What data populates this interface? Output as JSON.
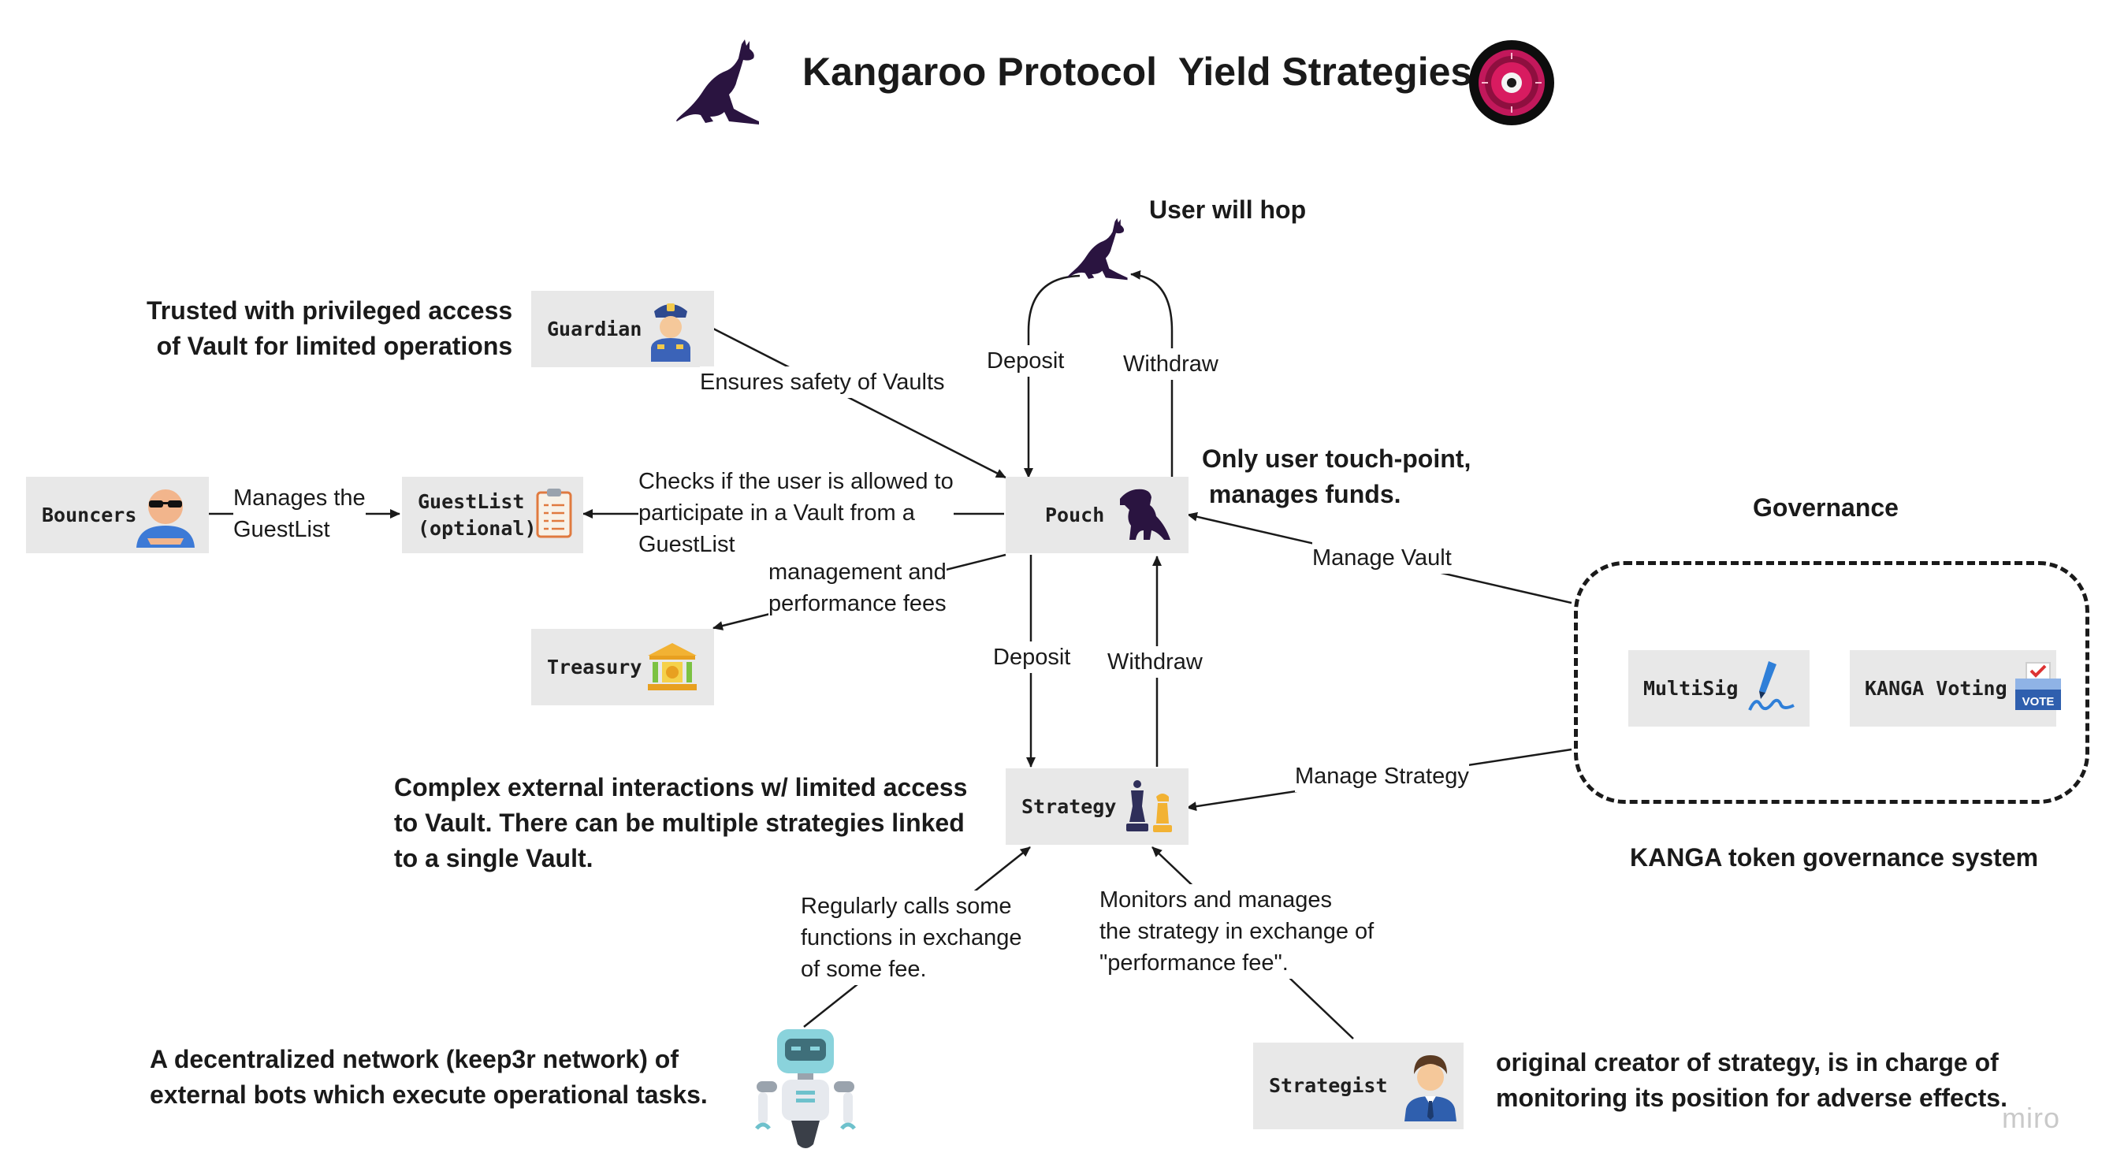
{
  "title": "Kangaroo Protocol  Yield Strategies",
  "nodes": {
    "guardian": "Guardian",
    "bouncers": "Bouncers",
    "guestlist": "GuestList\n(optional)",
    "pouch": "Pouch",
    "treasury": "Treasury",
    "strategy": "Strategy",
    "multisig": "MultiSig",
    "kanga_voting": "KANGA Voting",
    "strategist": "Strategist"
  },
  "edge_labels": {
    "user_deposit": "Deposit",
    "user_withdraw": "Withdraw",
    "ensures_safety": "Ensures safety of Vaults",
    "manages_guestlist": "Manages the\nGuestList",
    "checks_user": "Checks if the user is allowed to\nparticipate in a Vault from a\nGuestList",
    "fees": "management and\nperformance fees",
    "manage_vault": "Manage Vault",
    "strategy_deposit": "Deposit",
    "strategy_withdraw": "Withdraw",
    "manage_strategy": "Manage Strategy",
    "keeper_calls": "Regularly calls some\nfunctions in exchange\nof some fee.",
    "strategist_monitors": "Monitors and manages\nthe strategy in exchange of\n\"performance fee\"."
  },
  "notes": {
    "user_hop": "User will hop",
    "guardian_note": "Trusted with privileged access\nof Vault for limited operations",
    "pouch_note": "Only user touch-point,\n manages funds.",
    "governance_title": "Governance",
    "governance_caption": "KANGA token governance system",
    "strategy_note": "Complex external interactions w/ limited access\nto Vault. There can be multiple strategies linked\nto a single Vault.",
    "keeper_note": "A decentralized network (keep3r network) of\nexternal bots which execute operational tasks.",
    "strategist_note": "original creator of strategy, is in charge of\nmonitoring its position for adverse effects."
  },
  "watermark": "miro",
  "icons": {
    "logo": "kangaroo-icon",
    "badge": "kangaroo-badge-icon",
    "user": "kangaroo-icon",
    "guardian": "police-officer-icon",
    "bouncers": "bouncer-icon",
    "guestlist": "clipboard-list-icon",
    "pouch": "trex-icon",
    "treasury": "bank-icon",
    "strategy": "chess-pieces-icon",
    "multisig": "pen-signature-icon",
    "kanga_voting": "ballot-box-icon",
    "strategist": "businessman-icon",
    "keeper": "robot-icon"
  },
  "colors": {
    "kangaroo": "#2a1440",
    "node_fill": "#e8e8e8",
    "badge_ring": "#c2185b",
    "watermark": "#c9c9c9"
  }
}
